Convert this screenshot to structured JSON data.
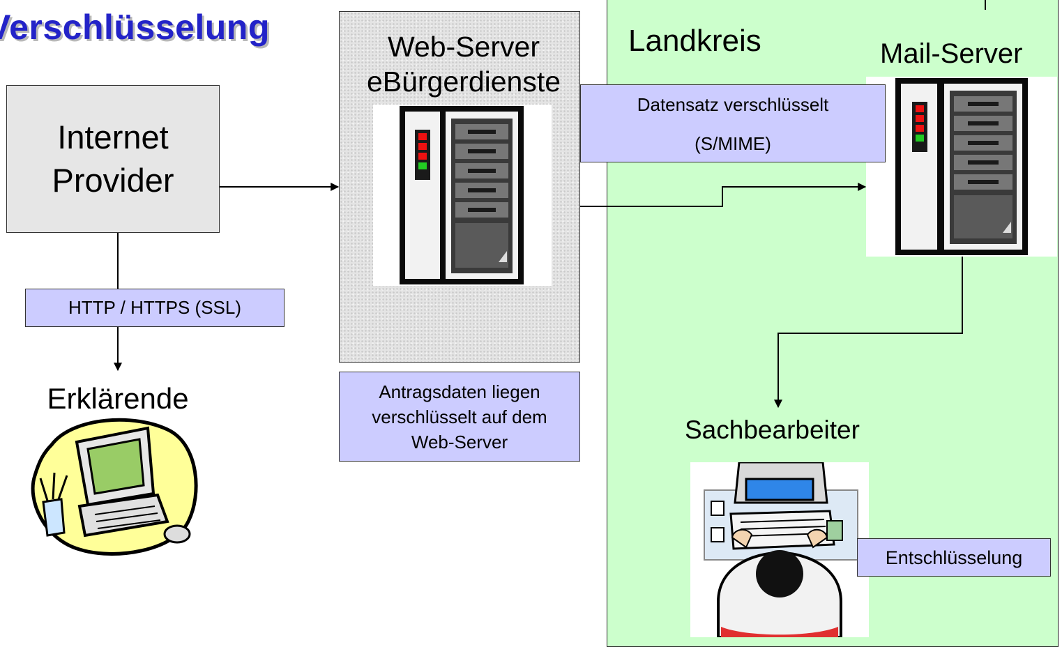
{
  "title": "Verschlüsselung",
  "zones": {
    "landkreis": "Landkreis"
  },
  "nodes": {
    "provider": "Internet\nProvider",
    "web_server": "Web-Server\neBürgerdienste",
    "mail_server": "Mail-Server",
    "client": "Erklärende",
    "clerk": "Sachbearbeiter"
  },
  "labels": {
    "http": "HTTP / HTTPS (SSL)",
    "antragsdaten": "Antragsdaten liegen\nverschlüsselt auf dem\nWeb-Server",
    "datensatz": "Datensatz verschlüsselt\n(S/MIME)",
    "entschluesselung": "Entschlüsselung"
  },
  "icons": {
    "web_server": "server-tower-icon",
    "mail_server": "server-tower-icon",
    "client": "computer-clipart-icon",
    "clerk": "clerk-at-desk-icon"
  },
  "colors": {
    "title": "#2323c8",
    "landkreis_zone": "#ccffcc",
    "label_box": "#ccccff",
    "provider_box": "#e6e6e6"
  }
}
